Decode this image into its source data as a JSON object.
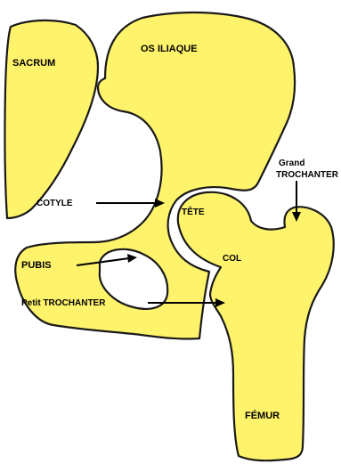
{
  "labels": {
    "sacrum": "SACRUM",
    "os_iliaque": "OS ILIAQUE",
    "grand": "Grand",
    "trochanter_grand": "TROCHANTER",
    "cotyle": "COTYLE",
    "tete": "TÊTE",
    "col": "COL",
    "pubis": "PUBIS",
    "petit_trochanter": "Petit TROCHANTER",
    "femur": "FÉMUR"
  },
  "colors": {
    "bone_fill": "#FFF36B",
    "outline": "#1A1A1A",
    "background": "#FFFFFF",
    "text": "#000000"
  }
}
